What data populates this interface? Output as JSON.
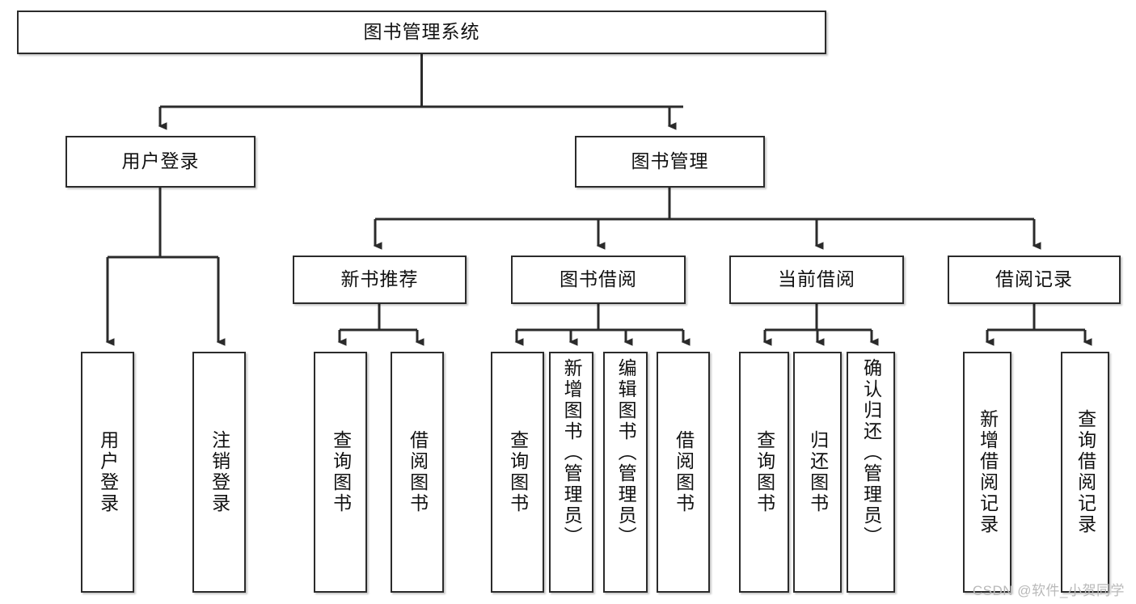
{
  "diagram": {
    "type": "tree-hierarchy",
    "title": "图书管理系统",
    "orientation": "top-down",
    "watermark": "CSDN @软件_小贺同学",
    "colors": {
      "node_border": "#2b2b2b",
      "node_fill": "#ffffff",
      "connector": "#2b2b2b",
      "text": "#111111",
      "watermark": "#b9b9b9"
    },
    "nodes": {
      "root": {
        "label": "图书管理系统",
        "level": 1
      },
      "l2": [
        {
          "id": "user-login",
          "label": "用户登录",
          "level": 2
        },
        {
          "id": "book-manage",
          "label": "图书管理",
          "level": 2
        }
      ],
      "l3": [
        {
          "id": "new-book-recommend",
          "label": "新书推荐",
          "level": 3,
          "parent": "book-manage"
        },
        {
          "id": "book-borrow",
          "label": "图书借阅",
          "level": 3,
          "parent": "book-manage"
        },
        {
          "id": "current-borrow",
          "label": "当前借阅",
          "level": 3,
          "parent": "book-manage"
        },
        {
          "id": "borrow-record",
          "label": "借阅记录",
          "level": 3,
          "parent": "book-manage"
        }
      ],
      "leaves": [
        {
          "id": "leaf-user-login",
          "label": "用户登录",
          "parent": "user-login"
        },
        {
          "id": "leaf-user-logout",
          "label": "注销登录",
          "parent": "user-login"
        },
        {
          "id": "leaf-query-book-rec",
          "label": "查询图书",
          "parent": "new-book-recommend"
        },
        {
          "id": "leaf-borrow-book-rec",
          "label": "借阅图书",
          "parent": "new-book-recommend"
        },
        {
          "id": "leaf-query-book-borrow",
          "label": "查询图书",
          "parent": "book-borrow"
        },
        {
          "id": "leaf-add-book",
          "label": "新增图书（管理员）",
          "parent": "book-borrow"
        },
        {
          "id": "leaf-edit-book",
          "label": "编辑图书（管理员）",
          "parent": "book-borrow"
        },
        {
          "id": "leaf-borrow-book",
          "label": "借阅图书",
          "parent": "book-borrow"
        },
        {
          "id": "leaf-query-book-cur",
          "label": "查询图书",
          "parent": "current-borrow"
        },
        {
          "id": "leaf-return-book",
          "label": "归还图书",
          "parent": "current-borrow"
        },
        {
          "id": "leaf-confirm-return",
          "label": "确认归还（管理员）",
          "parent": "current-borrow"
        },
        {
          "id": "leaf-add-record",
          "label": "新增借阅记录",
          "parent": "borrow-record"
        },
        {
          "id": "leaf-query-record",
          "label": "查询借阅记录",
          "parent": "borrow-record"
        }
      ]
    }
  }
}
